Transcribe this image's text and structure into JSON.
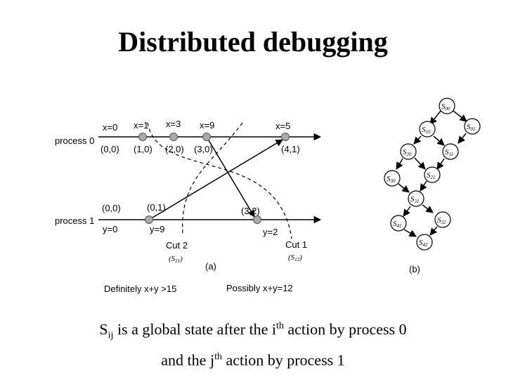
{
  "title": "Distributed debugging",
  "caption": {
    "line1": {
      "s": "S",
      "ij": "ij",
      "a": " is a global state after the i",
      "th": "th",
      "b": " action by process 0"
    },
    "line2": {
      "a": "and the j",
      "th": "th",
      "b": " action by process 1"
    }
  },
  "diagram_a": {
    "process0_label": "process 0",
    "process1_label": "process 1",
    "p0_values": [
      "x=0",
      "x=1",
      "x=3",
      "x=9",
      "x=5"
    ],
    "p0_vectors": [
      "(0,0)",
      "(1,0)",
      "(2,0)",
      "(3,0)",
      "(4,1)"
    ],
    "p1_vectors": [
      "(0,0)",
      "(0,1)",
      "(3,2)"
    ],
    "p1_values": [
      "y=0",
      "y=9",
      "y=2"
    ],
    "cut2": {
      "label": "Cut 2",
      "state": "S",
      "sub": "31"
    },
    "cut1": {
      "label": "Cut 1",
      "state": "S",
      "sub": "12"
    },
    "panel_label": "(a)",
    "definitely": "Definitely x+y >15",
    "possibly": "Possibly x+y=12"
  },
  "diagram_b": {
    "panel_label": "(b)",
    "nodes": [
      {
        "s": "S",
        "sub": "00"
      },
      {
        "s": "S",
        "sub": "10"
      },
      {
        "s": "S",
        "sub": "01"
      },
      {
        "s": "S",
        "sub": "20"
      },
      {
        "s": "S",
        "sub": "11"
      },
      {
        "s": "S",
        "sub": "30"
      },
      {
        "s": "S",
        "sub": "21"
      },
      {
        "s": "S",
        "sub": "31"
      },
      {
        "s": "S",
        "sub": "41"
      },
      {
        "s": "S",
        "sub": "32"
      },
      {
        "s": "S",
        "sub": "42"
      }
    ]
  }
}
